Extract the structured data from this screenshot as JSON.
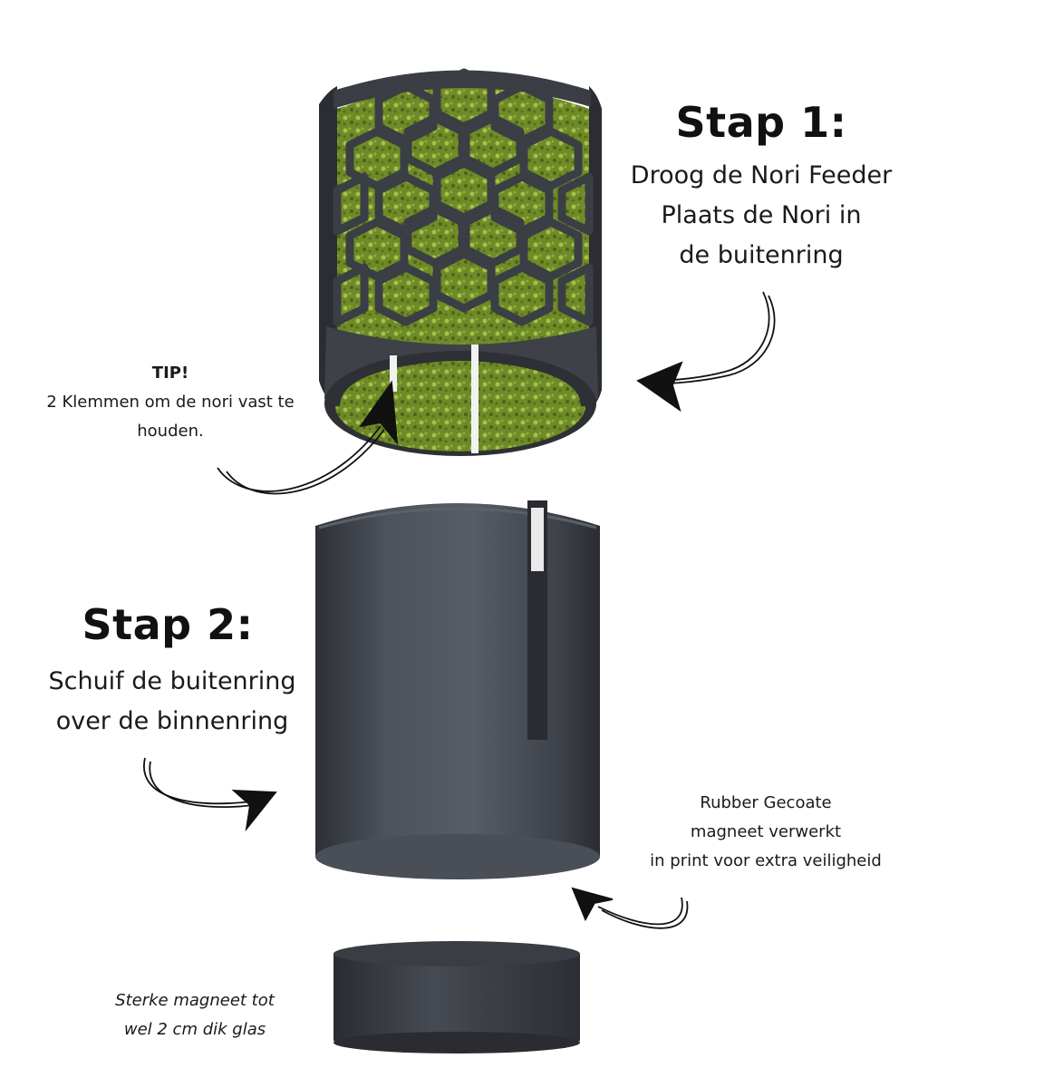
{
  "step1": {
    "title": "Stap 1:",
    "lines": [
      "Droog de Nori Feeder",
      "Plaats de Nori in",
      "de buitenring"
    ]
  },
  "step2": {
    "title": "Stap 2:",
    "lines": [
      "Schuif de buitenring",
      "over de binnenring"
    ]
  },
  "tip": {
    "title": "TIP!",
    "lines": [
      "2 Klemmen om de nori vast te",
      "houden."
    ]
  },
  "magnet_note": {
    "lines": [
      "Rubber Gecoate",
      "magneet verwerkt",
      "in print voor extra veiligheid"
    ]
  },
  "base_note": {
    "lines": [
      "Sterke magneet tot",
      "wel 2 cm dik glas"
    ]
  },
  "colors": {
    "part_dark": "#3d4047",
    "part_mid": "#4a4e57",
    "nori_green": "#7f9a2e",
    "ink": "#111111"
  }
}
